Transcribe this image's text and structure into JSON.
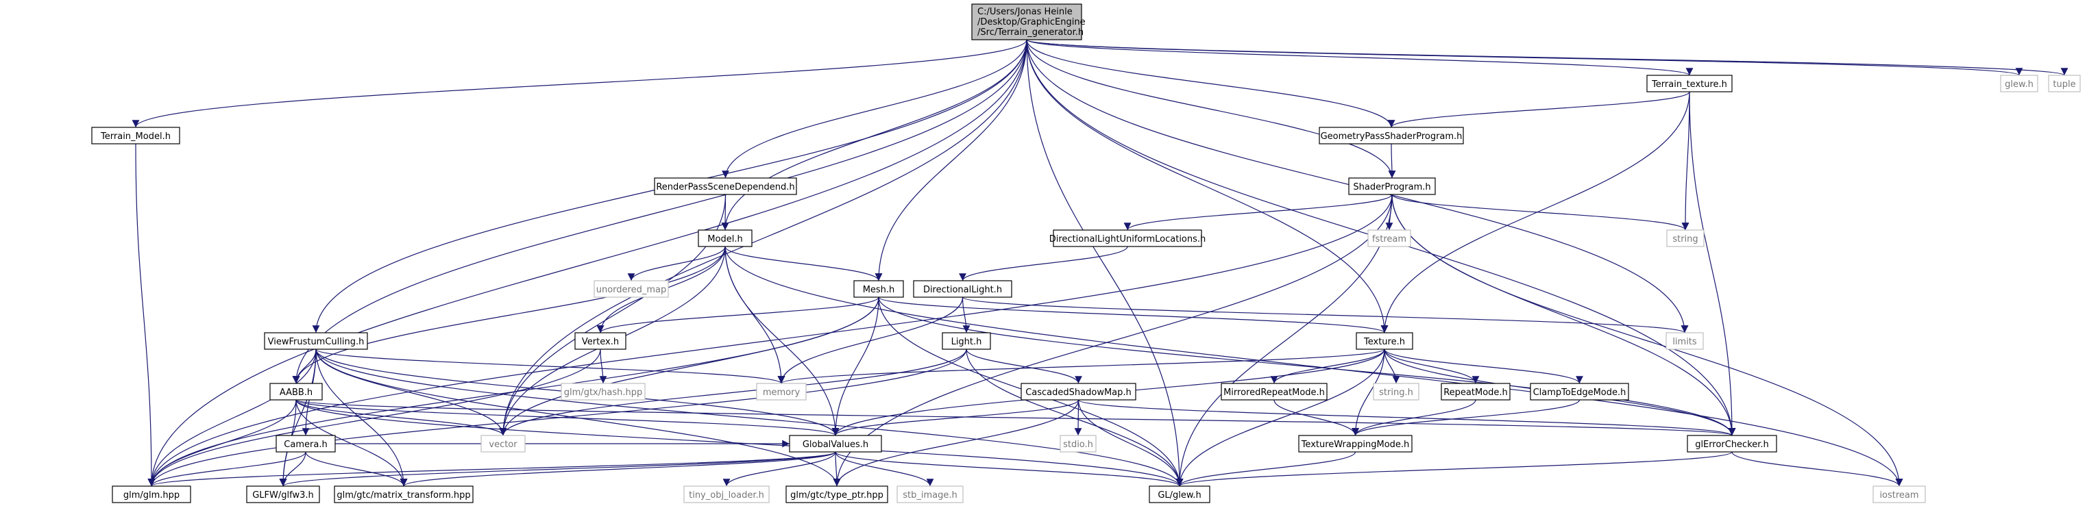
{
  "colors": {
    "edge": "#191970",
    "root_fill": "#bfbfbf",
    "system_border": "#bfbfbf"
  },
  "root": {
    "name": "root",
    "lines": [
      "C:/Users/Jonas Heinle",
      "/Desktop/GraphicEngine",
      "/Src/Terrain_generator.h"
    ]
  },
  "nodes": [
    {
      "name": "terrain-model",
      "label": "Terrain_Model.h",
      "system": false
    },
    {
      "name": "terrain-texture",
      "label": "Terrain_texture.h",
      "system": false
    },
    {
      "name": "glew-h",
      "label": "glew.h",
      "system": true
    },
    {
      "name": "tuple",
      "label": "tuple",
      "system": true
    },
    {
      "name": "geometry-pass",
      "label": "GeometryPassShaderProgram.h",
      "system": false
    },
    {
      "name": "renderpass",
      "label": "RenderPassSceneDependend.h",
      "system": false
    },
    {
      "name": "shaderprogram",
      "label": "ShaderProgram.h",
      "system": false
    },
    {
      "name": "model",
      "label": "Model.h",
      "system": false
    },
    {
      "name": "dir-light-uniform",
      "label": "DirectionalLightUniformLocations.h",
      "system": false
    },
    {
      "name": "fstream",
      "label": "fstream",
      "system": true
    },
    {
      "name": "string",
      "label": "string",
      "system": true
    },
    {
      "name": "unordered-map",
      "label": "unordered_map",
      "system": true
    },
    {
      "name": "mesh",
      "label": "Mesh.h",
      "system": false
    },
    {
      "name": "directional-light",
      "label": "DirectionalLight.h",
      "system": false
    },
    {
      "name": "limits",
      "label": "limits",
      "system": true
    },
    {
      "name": "view-frustum",
      "label": "ViewFrustumCulling.h",
      "system": false
    },
    {
      "name": "vertex",
      "label": "Vertex.h",
      "system": false
    },
    {
      "name": "light",
      "label": "Light.h",
      "system": false
    },
    {
      "name": "texture",
      "label": "Texture.h",
      "system": false
    },
    {
      "name": "glm-hash",
      "label": "glm/gtx/hash.hpp",
      "system": true
    },
    {
      "name": "memory",
      "label": "memory",
      "system": true
    },
    {
      "name": "aabb",
      "label": "AABB.h",
      "system": false
    },
    {
      "name": "cascaded-shadow",
      "label": "CascadedShadowMap.h",
      "system": false
    },
    {
      "name": "mirrored-repeat",
      "label": "MirroredRepeatMode.h",
      "system": false
    },
    {
      "name": "string-h",
      "label": "string.h",
      "system": true
    },
    {
      "name": "repeat-mode",
      "label": "RepeatMode.h",
      "system": false
    },
    {
      "name": "clamp-edge",
      "label": "ClampToEdgeMode.h",
      "system": false
    },
    {
      "name": "vector",
      "label": "vector",
      "system": true
    },
    {
      "name": "camera",
      "label": "Camera.h",
      "system": false
    },
    {
      "name": "global-values",
      "label": "GlobalValues.h",
      "system": false
    },
    {
      "name": "stdio",
      "label": "stdio.h",
      "system": true
    },
    {
      "name": "texture-wrapping",
      "label": "TextureWrappingMode.h",
      "system": false
    },
    {
      "name": "gl-error",
      "label": "glErrorChecker.h",
      "system": false
    },
    {
      "name": "glm-glm",
      "label": "glm/glm.hpp",
      "system": false
    },
    {
      "name": "glfw",
      "label": "GLFW/glfw3.h",
      "system": false
    },
    {
      "name": "glm-matrix",
      "label": "glm/gtc/matrix_transform.hpp",
      "system": false
    },
    {
      "name": "tiny-obj",
      "label": "tiny_obj_loader.h",
      "system": true
    },
    {
      "name": "glm-typeptr",
      "label": "glm/gtc/type_ptr.hpp",
      "system": false
    },
    {
      "name": "stb-image",
      "label": "stb_image.h",
      "system": true
    },
    {
      "name": "gl-glew",
      "label": "GL/glew.h",
      "system": false
    },
    {
      "name": "iostream",
      "label": "iostream",
      "system": true
    }
  ],
  "edges": [
    [
      "root",
      "terrain-model"
    ],
    [
      "root",
      "terrain-texture"
    ],
    [
      "root",
      "glew-h"
    ],
    [
      "root",
      "tuple"
    ],
    [
      "root",
      "geometry-pass"
    ],
    [
      "root",
      "renderpass"
    ],
    [
      "root",
      "shaderprogram"
    ],
    [
      "root",
      "model"
    ],
    [
      "root",
      "mesh"
    ],
    [
      "root",
      "limits"
    ],
    [
      "root",
      "view-frustum"
    ],
    [
      "root",
      "texture"
    ],
    [
      "root",
      "aabb"
    ],
    [
      "root",
      "vector"
    ],
    [
      "root",
      "gl-error"
    ],
    [
      "root",
      "glm-glm"
    ],
    [
      "root",
      "gl-glew"
    ],
    [
      "terrain-model",
      "glm-glm"
    ],
    [
      "terrain-texture",
      "geometry-pass"
    ],
    [
      "terrain-texture",
      "string"
    ],
    [
      "terrain-texture",
      "texture"
    ],
    [
      "terrain-texture",
      "gl-error"
    ],
    [
      "geometry-pass",
      "shaderprogram"
    ],
    [
      "renderpass",
      "model"
    ],
    [
      "renderpass",
      "vector"
    ],
    [
      "shaderprogram",
      "glm-glm"
    ],
    [
      "shaderprogram",
      "dir-light-uniform"
    ],
    [
      "shaderprogram",
      "fstream"
    ],
    [
      "shaderprogram",
      "string"
    ],
    [
      "shaderprogram",
      "glm-typeptr"
    ],
    [
      "shaderprogram",
      "gl-error"
    ],
    [
      "shaderprogram",
      "iostream"
    ],
    [
      "shaderprogram",
      "gl-glew"
    ],
    [
      "dir-light-uniform",
      "directional-light"
    ],
    [
      "model",
      "unordered-map"
    ],
    [
      "model",
      "mesh"
    ],
    [
      "model",
      "vertex"
    ],
    [
      "model",
      "memory"
    ],
    [
      "model",
      "aabb"
    ],
    [
      "model",
      "vector"
    ],
    [
      "model",
      "global-values"
    ],
    [
      "model",
      "iostream"
    ],
    [
      "mesh",
      "glm-glm"
    ],
    [
      "mesh",
      "vertex"
    ],
    [
      "mesh",
      "texture"
    ],
    [
      "mesh",
      "global-values"
    ],
    [
      "mesh",
      "vector"
    ],
    [
      "mesh",
      "gl-glew"
    ],
    [
      "mesh",
      "gl-error"
    ],
    [
      "directional-light",
      "light"
    ],
    [
      "directional-light",
      "memory"
    ],
    [
      "directional-light",
      "limits"
    ],
    [
      "light",
      "cascaded-shadow"
    ],
    [
      "light",
      "glm-glm"
    ],
    [
      "light",
      "gl-glew"
    ],
    [
      "light",
      "vector"
    ],
    [
      "vertex",
      "glm-hash"
    ],
    [
      "vertex",
      "glm-glm"
    ],
    [
      "view-frustum",
      "aabb"
    ],
    [
      "view-frustum",
      "camera"
    ],
    [
      "view-frustum",
      "memory"
    ],
    [
      "view-frustum",
      "vector"
    ],
    [
      "view-frustum",
      "glm-glm"
    ],
    [
      "view-frustum",
      "glfw"
    ],
    [
      "view-frustum",
      "glm-matrix"
    ],
    [
      "view-frustum",
      "global-values"
    ],
    [
      "view-frustum",
      "gl-glew"
    ],
    [
      "view-frustum",
      "glm-typeptr"
    ],
    [
      "texture",
      "memory"
    ],
    [
      "texture",
      "mirrored-repeat"
    ],
    [
      "texture",
      "string-h"
    ],
    [
      "texture",
      "repeat-mode"
    ],
    [
      "texture",
      "clamp-edge"
    ],
    [
      "texture",
      "texture-wrapping"
    ],
    [
      "texture",
      "gl-error"
    ],
    [
      "texture",
      "global-values"
    ],
    [
      "texture",
      "gl-glew"
    ],
    [
      "aabb",
      "vector"
    ],
    [
      "aabb",
      "glm-glm"
    ],
    [
      "aabb",
      "glfw"
    ],
    [
      "aabb",
      "glm-matrix"
    ],
    [
      "aabb",
      "gl-error"
    ],
    [
      "aabb",
      "gl-glew"
    ],
    [
      "aabb",
      "global-values"
    ],
    [
      "camera",
      "glm-glm"
    ],
    [
      "camera",
      "glfw"
    ],
    [
      "camera",
      "glm-matrix"
    ],
    [
      "camera",
      "global-values"
    ],
    [
      "cascaded-shadow",
      "global-values"
    ],
    [
      "cascaded-shadow",
      "stdio"
    ],
    [
      "cascaded-shadow",
      "gl-error"
    ],
    [
      "cascaded-shadow",
      "gl-glew"
    ],
    [
      "cascaded-shadow",
      "glm-typeptr"
    ],
    [
      "mirrored-repeat",
      "texture-wrapping"
    ],
    [
      "repeat-mode",
      "texture-wrapping"
    ],
    [
      "clamp-edge",
      "texture-wrapping"
    ],
    [
      "texture-wrapping",
      "gl-glew"
    ],
    [
      "global-values",
      "glm-glm"
    ],
    [
      "global-values",
      "glfw"
    ],
    [
      "global-values",
      "glm-matrix"
    ],
    [
      "global-values",
      "tiny-obj"
    ],
    [
      "global-values",
      "glm-typeptr"
    ],
    [
      "global-values",
      "stb-image"
    ],
    [
      "global-values",
      "gl-glew"
    ],
    [
      "gl-error",
      "iostream"
    ],
    [
      "gl-error",
      "gl-glew"
    ]
  ]
}
